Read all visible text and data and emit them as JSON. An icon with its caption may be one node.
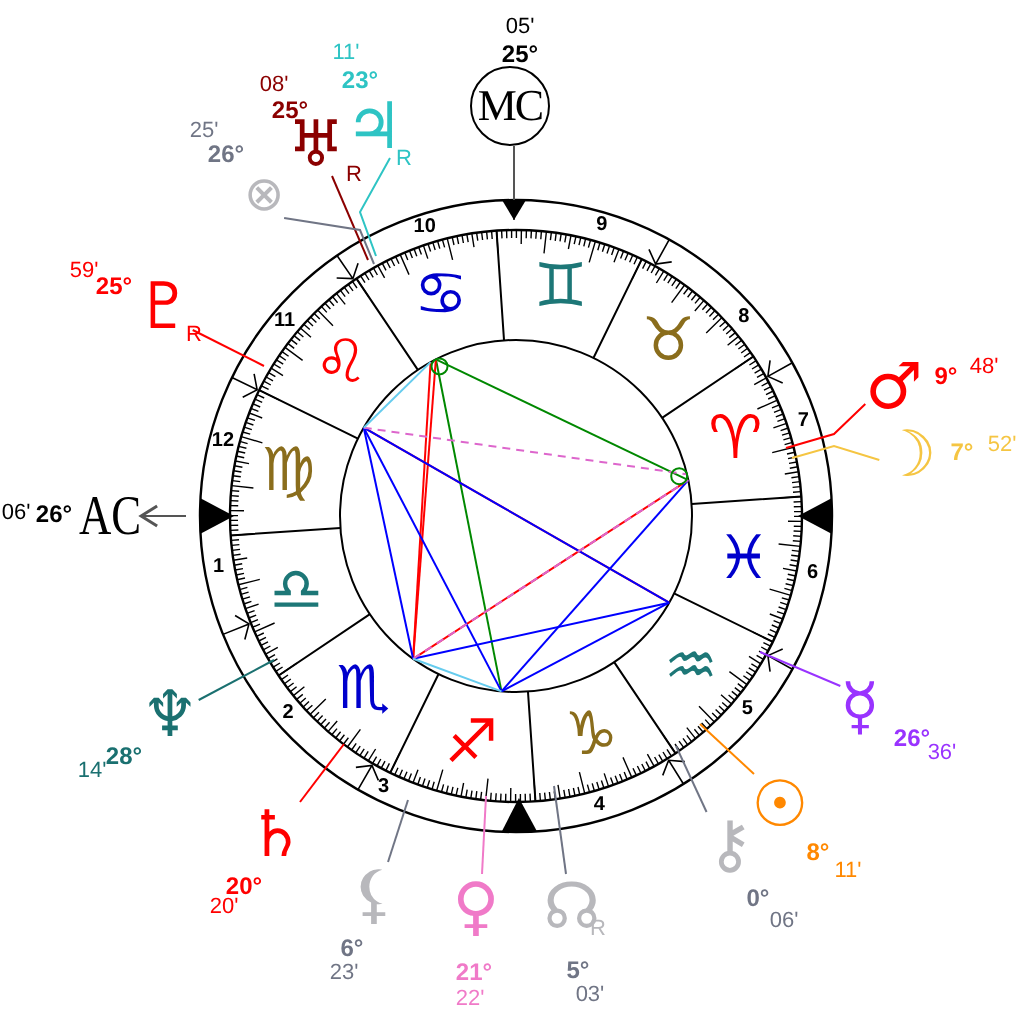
{
  "diagram": {
    "nodes": [
      {
        "text": [
          "05'",
          "25°",
          "MC"
        ]
      },
      {
        "text": [
          "11'",
          "23°",
          "♃",
          "R"
        ]
      },
      {
        "text": [
          "08'",
          "25°",
          "♅",
          "R"
        ]
      },
      {
        "text": [
          "25'",
          "26°",
          "⊗"
        ]
      },
      {
        "text": [
          "59'",
          "25°",
          "♇",
          "R"
        ]
      },
      {
        "text": [
          "♂",
          "9°",
          "48'"
        ]
      },
      {
        "text": [
          "☽",
          "7°",
          "52'"
        ]
      },
      {
        "text": [
          "06'",
          "26°",
          "AC"
        ]
      },
      {
        "text": [
          "♆",
          "28°",
          "14'"
        ]
      },
      {
        "text": [
          "☿",
          "26°",
          "36'"
        ]
      },
      {
        "text": [
          "♄",
          "20°",
          "20'"
        ]
      },
      {
        "text": [
          "☉",
          "8°",
          "11'"
        ]
      },
      {
        "text": [
          "⚷",
          "0°",
          "06'"
        ]
      },
      {
        "text": [
          "⚸",
          "6°",
          "23'"
        ]
      },
      {
        "text": [
          "♀",
          "21°",
          "22'"
        ]
      },
      {
        "text": [
          "☊",
          "R",
          "5°",
          "03'"
        ]
      }
    ],
    "edges": [
      {
        "from": 0,
        "to": null,
        "arrow": "to",
        "color": "#555555"
      },
      {
        "from": 1,
        "to": null,
        "arrow": "none",
        "color": "#2ec4c4"
      },
      {
        "from": 2,
        "to": null,
        "arrow": "none",
        "color": "#8b0000"
      },
      {
        "from": 3,
        "to": null,
        "arrow": "none",
        "color": "#707585"
      },
      {
        "from": 4,
        "to": null,
        "arrow": "none",
        "color": "#ff0000"
      },
      {
        "from": 5,
        "to": null,
        "arrow": "none",
        "color": "#ff0000"
      },
      {
        "from": 6,
        "to": null,
        "arrow": "none",
        "color": "#f5c542"
      },
      {
        "from": null,
        "to": 7,
        "arrow": "to",
        "color": "#555555"
      },
      {
        "from": 8,
        "to": null,
        "arrow": "none",
        "color": "#1a7070"
      },
      {
        "from": 9,
        "to": null,
        "arrow": "none",
        "color": "#9933ff"
      },
      {
        "from": 10,
        "to": null,
        "arrow": "none",
        "color": "#ff0000"
      },
      {
        "from": 11,
        "to": null,
        "arrow": "none",
        "color": "#ff8800"
      },
      {
        "from": 12,
        "to": null,
        "arrow": "none",
        "color": "#707585"
      },
      {
        "from": 13,
        "to": null,
        "arrow": "none",
        "color": "#707585"
      },
      {
        "from": 14,
        "to": null,
        "arrow": "none",
        "color": "#f07ac8"
      },
      {
        "from": 15,
        "to": null,
        "arrow": "none",
        "color": "#707585"
      }
    ],
    "labels": [
      "♈",
      "♉",
      "♊",
      "♋",
      "♌",
      "♍",
      "♎",
      "♏",
      "♐",
      "♑",
      "♒",
      "♓",
      "1",
      "2",
      "3",
      "4",
      "5",
      "6",
      "7",
      "8",
      "9",
      "10",
      "11",
      "12"
    ]
  }
}
